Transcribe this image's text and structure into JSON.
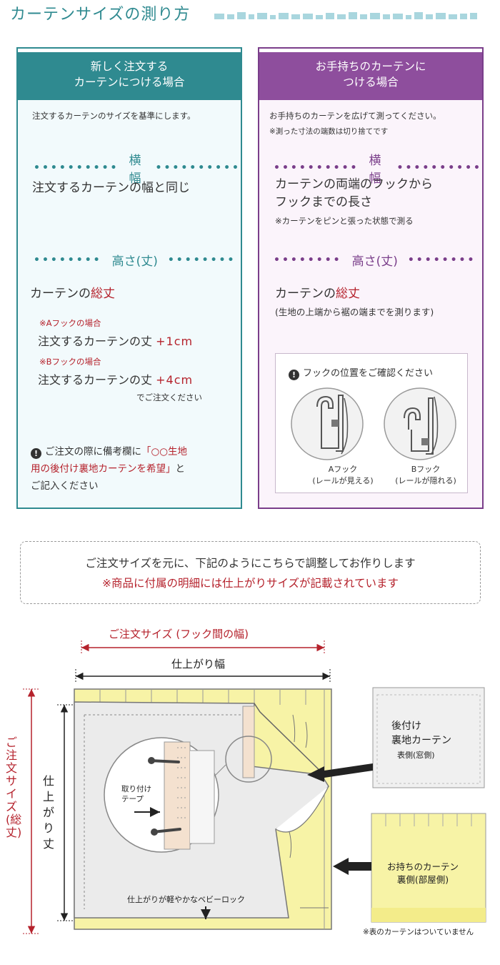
{
  "page": {
    "title": "カーテンサイズの測り方"
  },
  "left_panel": {
    "header_line1": "新しく注文する",
    "header_line2": "カーテンにつける場合",
    "intro": "注文するカーテンのサイズを基準にします。",
    "width_label": "横幅",
    "width_text": "注文するカーテンの幅と同じ",
    "height_label": "高さ(丈)",
    "height_text_prefix": "カーテンの",
    "height_text_em": "総丈",
    "a_hook_note": "※Aフックの場合",
    "a_hook_text": "注文するカーテンの丈",
    "a_hook_add": "+1cm",
    "b_hook_note": "※Bフックの場合",
    "b_hook_text": "注文するカーテンの丈",
    "b_hook_add": "+4cm",
    "order_note": "でご注文ください",
    "remark_line1_prefix": "ご注文の際に備考欄に",
    "remark_line1_em": "「○○生地",
    "remark_line2_em": "用の後付け裏地カーテンを希望」",
    "remark_line2_suffix": "と",
    "remark_line3": "ご記入ください"
  },
  "right_panel": {
    "header_line1": "お手持ちのカーテンに",
    "header_line2": "つける場合",
    "intro": "お手持ちのカーテンを広げて測ってください。",
    "intro_note": "※測った寸法の端数は切り捨てです",
    "width_label": "横幅",
    "width_text_line1": "カーテンの両端のフックから",
    "width_text_line2": "フックまでの長さ",
    "width_note": "※カーテンをピンと張った状態で測る",
    "height_label": "高さ(丈)",
    "height_text_prefix": "カーテンの",
    "height_text_em": "総丈",
    "height_note": "(生地の上端から裾の端までを測ります)",
    "hook_box_title": "フックの位置をご確認ください",
    "hook_a_label": "Aフック",
    "hook_a_sub": "(レールが見える)",
    "hook_b_label": "Bフック",
    "hook_b_sub": "(レールが隠れる)"
  },
  "notice": {
    "line1": "ご注文サイズを元に、下記のようにこちらで調整してお作りします",
    "line2": "※商品に付属の明細には仕上がりサイズが記載されています"
  },
  "diagram": {
    "order_size_width": "ご注文サイズ (フック間の幅)",
    "finished_width": "仕上がり幅",
    "order_size_height": "ご注文サイズ(総丈)",
    "finished_height": "仕上がり丈",
    "tape_label_line1": "取り付け",
    "tape_label_line2": "テープ",
    "baby_lock": "仕上がりが軽やかなベビーロック",
    "lining_line1": "後付け",
    "lining_line2": "裏地カーテン",
    "lining_sub": "表側(窓側)",
    "own_curtain_line1": "お持ちのカーテン",
    "own_curtain_line2": "裏側(部屋側)",
    "footnote": "※表のカーテンはついていません"
  },
  "colors": {
    "teal": "#2f8a90",
    "purple": "#8e4e9d",
    "red": "#b5222c",
    "curtain_yellow": "#f7f3a6"
  }
}
